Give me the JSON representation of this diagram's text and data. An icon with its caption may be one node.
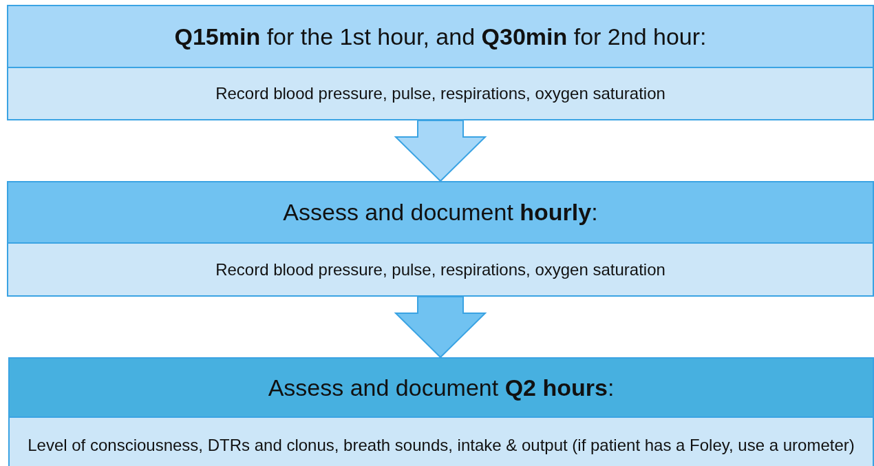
{
  "diagram": {
    "nodes": [
      {
        "text": [
          "**Q15min** for the 1st hour, and **Q30min** for 2nd hour:",
          "Record blood pressure, pulse, respirations, oxygen saturation"
        ]
      },
      {
        "text": [
          "Assess and document **hourly**:",
          "Record blood pressure, pulse, respirations, oxygen saturation"
        ]
      },
      {
        "text": [
          "Assess and document **Q2 hours**:",
          "Level of consciousness, DTRs and clonus, breath sounds, intake & output (if patient has a Foley, use a urometer)"
        ]
      }
    ],
    "edges": [
      {
        "from": 0,
        "to": 1,
        "arrow": "to"
      },
      {
        "from": 1,
        "to": 2,
        "arrow": "to"
      }
    ]
  }
}
